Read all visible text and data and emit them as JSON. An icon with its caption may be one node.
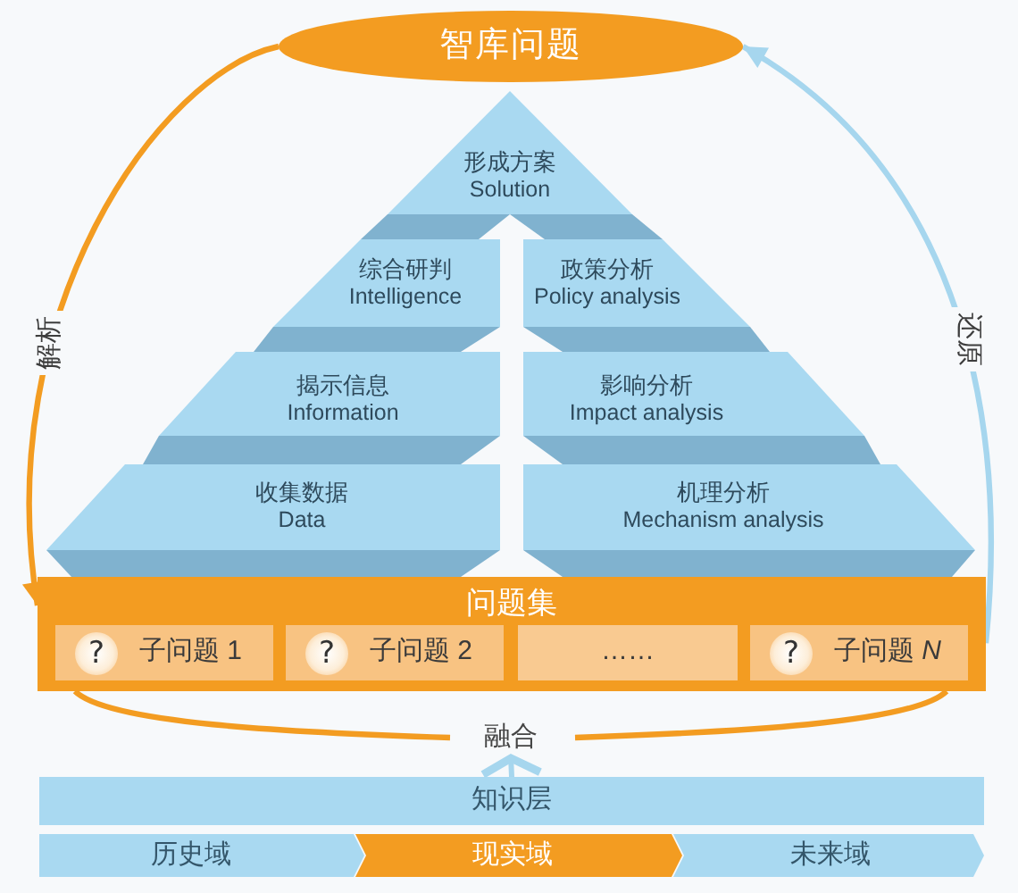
{
  "diagram": {
    "nodes": [
      {
        "text": [
          "智库问题"
        ]
      },
      {
        "text": [
          "形成方案",
          "Solution"
        ]
      },
      {
        "text": [
          "综合研判",
          "Intelligence"
        ]
      },
      {
        "text": [
          "政策分析",
          "Policy analysis"
        ]
      },
      {
        "text": [
          "揭示信息",
          "Information"
        ]
      },
      {
        "text": [
          "影响分析",
          "Impact analysis"
        ]
      },
      {
        "text": [
          "收集数据",
          "Data"
        ]
      },
      {
        "text": [
          "机理分析",
          "Mechanism analysis"
        ]
      },
      {
        "text": [
          "问题集"
        ]
      },
      {
        "text": [
          "?",
          "子问题 1"
        ],
        "in": 8
      },
      {
        "text": [
          "?",
          "子问题 2"
        ],
        "in": 8
      },
      {
        "text": [
          "……"
        ],
        "in": 8
      },
      {
        "text": [
          "?",
          "子问题 *N*"
        ],
        "in": 8
      },
      {
        "text": [
          "融合"
        ]
      },
      {
        "text": [
          "知识层"
        ]
      },
      {
        "text": [
          "历史域"
        ]
      },
      {
        "text": [
          "现实域"
        ]
      },
      {
        "text": [
          "未来域"
        ]
      }
    ],
    "edges": [
      {
        "from": 0,
        "to": 8,
        "arrow": "to",
        "label": "解析",
        "color": "#f39c21"
      },
      {
        "from": 8,
        "to": 0,
        "arrow": "to",
        "label": "还原"
      },
      {
        "from": 14,
        "to": 13,
        "arrow": "to"
      }
    ]
  }
}
